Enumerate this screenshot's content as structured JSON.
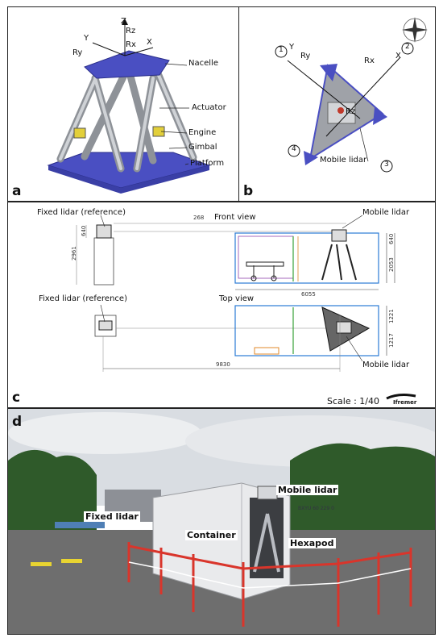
{
  "panel_a": {
    "letter": "a",
    "labels": {
      "z": "Z",
      "rz": "Rz",
      "y": "Y",
      "x": "X",
      "ry": "Ry",
      "rx": "Rx",
      "nacelle": "Nacelle",
      "actuator": "Actuator",
      "engine": "Engine",
      "gimbal": "Gimbal",
      "platform": "Platform"
    }
  },
  "panel_b": {
    "letter": "b",
    "labels": {
      "n1": "1",
      "y": "Y",
      "ry": "Ry",
      "rx": "Rx",
      "x": "X",
      "n2": "2",
      "rz": "Rz",
      "n4": "4",
      "mobile_lidar": "Mobile lidar",
      "n3": "3"
    }
  },
  "panel_c": {
    "letter": "c",
    "fixed_lidar_ref_top": "Fixed lidar (reference)",
    "front_view": "Front view",
    "mobile_lidar_top": "Mobile lidar",
    "fixed_lidar_ref_bottom": "Fixed lidar (reference)",
    "top_view": "Top view",
    "mobile_lidar_bottom": "Mobile lidar",
    "scale": "Scale : 1/40",
    "logo": "Ifremer",
    "dims": {
      "d268": "268",
      "d640_left": "640",
      "d2961": "2961",
      "d640_right": "640",
      "d2053": "2053",
      "d6055": "6055",
      "d1221": "1221",
      "d1217": "1217",
      "d9830": "9830"
    }
  },
  "panel_d": {
    "letter": "d",
    "mobile_lidar": "Mobile lidar",
    "fixed_lidar": "Fixed lidar",
    "container": "Container",
    "hexapod": "Hexapod",
    "container_code": "BXYU 60 229 0"
  },
  "colors": {
    "hexapod_blue": "#4a4fc2",
    "metal": "#b9bcc2",
    "engine_yellow": "#e2cf3a",
    "drawing_blue": "#2b7bd6",
    "drawing_green": "#3aa23a",
    "drawing_orange": "#e0882a",
    "fence_red": "#d9352b",
    "sky": "#d9dde2",
    "foliage": "#2f5a2a",
    "asphalt": "#6e6e6e"
  }
}
